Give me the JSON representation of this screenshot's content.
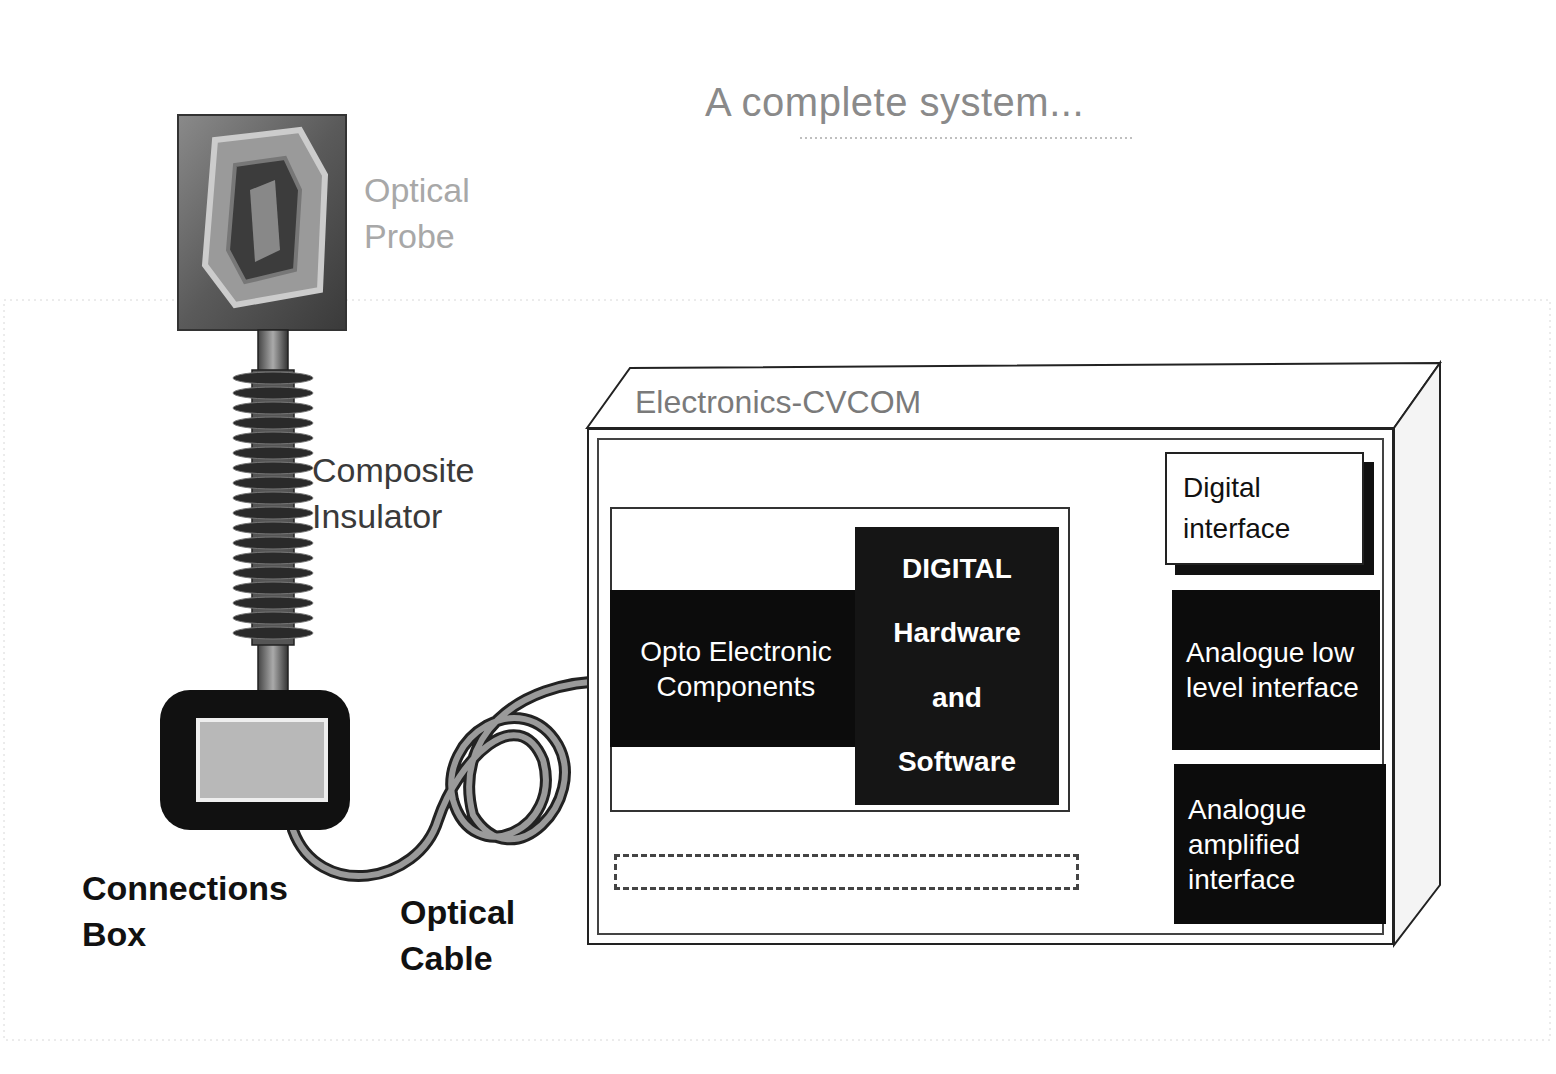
{
  "diagram": {
    "title": "A complete system...",
    "nodes": [
      {
        "text": [
          "Connections Box"
        ]
      },
      {
        "text": [
          "Electronics-CVCOM"
        ]
      },
      {
        "text": [
          "Opto Electronic Components"
        ],
        "in": 1
      },
      {
        "text": [
          "DIGITAL Hardware and Software"
        ],
        "in": 1
      },
      {
        "text": [
          "Digital interface"
        ],
        "in": 1
      },
      {
        "text": [
          "Analogue low level interface"
        ],
        "in": 1
      },
      {
        "text": [
          "Analogue amplified interface"
        ],
        "in": 1
      }
    ],
    "edges": [
      {
        "from": 0,
        "to": 2,
        "arrow": "none",
        "label": "Optical Cable"
      },
      {
        "from": 3,
        "to": 4,
        "arrow": "to"
      },
      {
        "from": 3,
        "to": 5,
        "arrow": "to"
      },
      {
        "from": 3,
        "to": 6,
        "arrow": "to"
      }
    ],
    "labels": [
      "Optical Probe",
      "Composite Insulator"
    ]
  }
}
